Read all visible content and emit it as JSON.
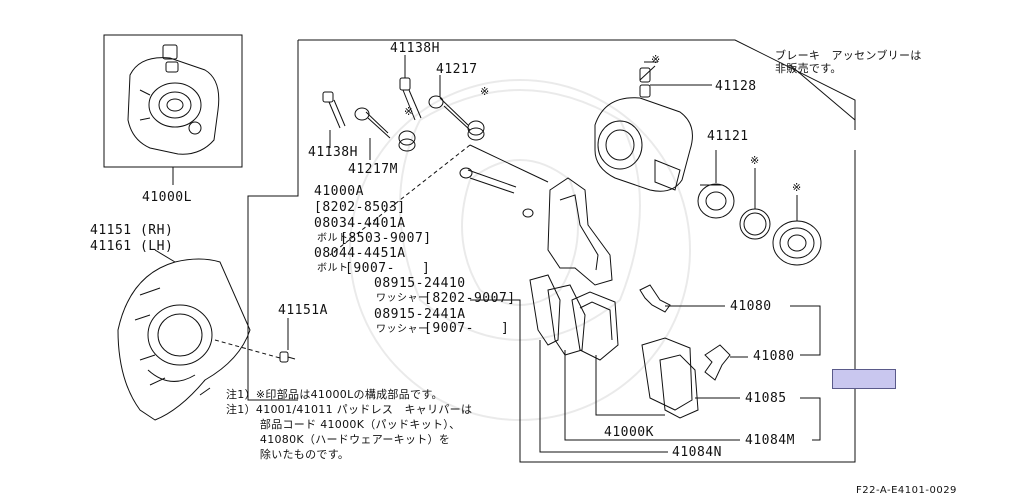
{
  "note_brake_assembly": "ブレーキ　アッセンブリーは\n非販売です。",
  "parts": {
    "p41000L": "41000L",
    "p41138H_a": "41138H",
    "p41138H_b": "41138H",
    "p41217": "41217",
    "p41217M": "41217M",
    "p41128": "41128",
    "p41121": "41121",
    "p41000A": "41000A",
    "p41000A_range": "[8202-8503]",
    "p08034": "08034-4401A",
    "p08034_range": "[8503-9007]",
    "p08044": "08044-4451A",
    "p08044_range": "[9007-　　]",
    "p08915a": "08915-24410",
    "p08915a_range": "[8202-9007]",
    "p08915b": "08915-2441A",
    "p08915b_range": "[9007-　　]",
    "bolt_a": "ボルト",
    "bolt_b": "ボルト",
    "washer_a": "ワッシャー",
    "washer_b": "ワッシャー",
    "p41151": "41151 (RH)",
    "p41161": "41161 (LH)",
    "p41151A": "41151A",
    "p41080_a": "41080",
    "p41080_b": "41080",
    "p41085": "41085",
    "p41000K": "41000K",
    "p41084M": "41084M",
    "p41084N": "41084N"
  },
  "notes": {
    "line1": "注1）※印部品は41000Lの構成部品です。",
    "line2": "注1）41001/41011 パッドレス　キャリパーは",
    "line3": "　　　部品コード 41000K（パッドキット）、",
    "line4": "　　　41080K（ハードウェアーキット）を",
    "line5": "　　　除いたものです。"
  },
  "diagram_code": "F22-A-E4101-0029",
  "star_symbol": "※",
  "colors": {
    "highlight": "#c9c7ef",
    "ink": "#111111"
  }
}
